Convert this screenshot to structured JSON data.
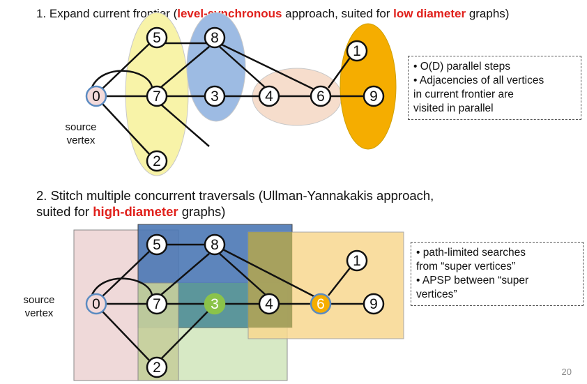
{
  "heading1": {
    "number": "1.",
    "p1": "Expand current frontier (",
    "h1": "level-synchronous",
    "p2": " approach, suited for ",
    "h2": "low diameter",
    "p3": " graphs)"
  },
  "heading2": {
    "line1": "2. Stitch multiple concurrent traversals (Ullman-Yannakakis approach,",
    "p1": "suited for ",
    "h1": "high-diameter",
    "p2": " graphs)"
  },
  "note1": [
    "• O(D) parallel steps",
    "• Adjacencies of all vertices",
    "in current frontier are",
    "visited in parallel"
  ],
  "note2": [
    "• path-limited searches",
    "from “super vertices”",
    "• APSP between “super",
    "vertices”"
  ],
  "source_label": [
    "source",
    "vertex"
  ],
  "vertex_labels": [
    "0",
    "5",
    "7",
    "2",
    "8",
    "3",
    "4",
    "6",
    "1",
    "9"
  ],
  "page_number": "20",
  "colors": {
    "highlight": "#e0201b",
    "frontier_yellow": "#f8f3a8",
    "frontier_blue": "#9dbbe3",
    "frontier_peach": "#f6ddcc",
    "frontier_orange": "#f5ad00",
    "region_pink": "#efd9d9",
    "region_blue": "#4c78b5",
    "region_green": "#d5e8c2",
    "region_yellow": "#f8d890",
    "source_fill": "#f3dada",
    "source_stroke": "#5b8bc1",
    "vertex3_fill": "#8bc34a",
    "vertex6_fill": "#f5ad00"
  }
}
